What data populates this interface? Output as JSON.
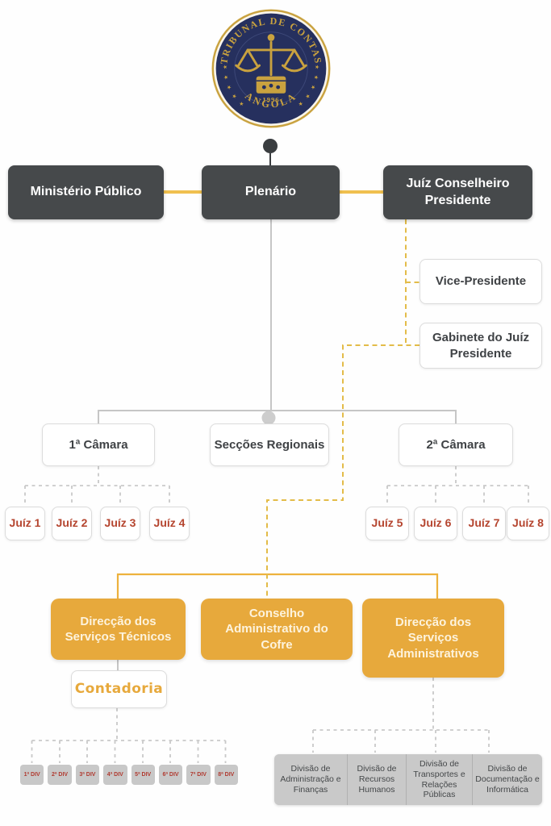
{
  "colors": {
    "dark_box": "#46494b",
    "gold_box": "#e7a93c",
    "judge_red": "#b5452f",
    "wire_yellow": "#f0c04f",
    "wire_gray": "#c6c6c6",
    "seal_navy": "#26305e",
    "seal_gold": "#c9a23f"
  },
  "logo": {
    "icon": "scales-of-justice-icon",
    "top_text": "TRIBUNAL DE CONTAS",
    "bottom_text": "ANGOLA",
    "year": "1996"
  },
  "nodes": {
    "ministerio_publico": "Ministério Público",
    "plenario": "Plenário",
    "juiz_conselheiro_presidente": "Juíz Conselheiro Presidente",
    "vice_presidente": "Vice-Presidente",
    "gabinete_juiz_presidente": "Gabinete do Juíz Presidente",
    "camara_1": "1ª Câmara",
    "seccoes_regionais": "Secções Regionais",
    "camara_2": "2ª Câmara",
    "direccao_servicos_tecnicos": "Direcção dos Serviços Técnicos",
    "conselho_administrativo_cofre": "Conselho Administrativo do Cofre",
    "direccao_servicos_administrativos": "Direcção dos Serviços Administrativos",
    "contadoria": "Contadoria"
  },
  "judges": [
    "Juíz 1",
    "Juíz 2",
    "Juíz 3",
    "Juíz 4",
    "Juíz 5",
    "Juíz 6",
    "Juíz 7",
    "Juíz 8"
  ],
  "divisions": [
    "1ª DIV",
    "2ª DIV",
    "3ª DIV",
    "4ª DIV",
    "5ª DIV",
    "6ª DIV",
    "7ª DIV",
    "8ª DIV"
  ],
  "admin_divisions": [
    "Divisão de Administração e Finanças",
    "Divisão de Recursos Humanos",
    "Divisão de Transportes e Relações Públicas",
    "Divisão de Documentação e Informática"
  ]
}
